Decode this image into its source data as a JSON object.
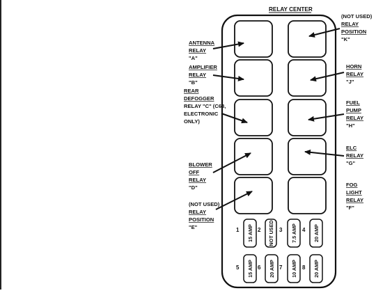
{
  "title": "RELAY CENTER",
  "labels": {
    "antenna": [
      "ANTENNA",
      "RELAY",
      "\"A\""
    ],
    "amplifier": [
      "AMPLIFIER",
      "RELAY",
      "\"B\""
    ],
    "rear_defogger": [
      "REAR",
      "DEFOGGER",
      "RELAY \"C\" (C68,",
      "ELECTRONIC",
      "ONLY)"
    ],
    "blower_off": [
      "BLOWER",
      "OFF",
      "RELAY",
      "\"D\""
    ],
    "not_used_e": [
      "(NOT USED)",
      "RELAY",
      "POSITION",
      "\"E\""
    ],
    "not_used_k": [
      "(NOT USED)",
      "RELAY",
      "POSITION",
      "\"K\""
    ],
    "horn": [
      "HORN",
      "RELAY",
      "\"J\""
    ],
    "fuel_pump": [
      "FUEL",
      "PUMP",
      "RELAY",
      "\"H\""
    ],
    "elc": [
      "ELC",
      "RELAY",
      "\"G\""
    ],
    "fog_light": [
      "FOG",
      "LIGHT",
      "RELAY",
      "\"F\""
    ]
  },
  "fuses": [
    {
      "num": "1",
      "rating": "15 AMP"
    },
    {
      "num": "2",
      "rating": "NOT USED"
    },
    {
      "num": "3",
      "rating": "7.5 AMP"
    },
    {
      "num": "4",
      "rating": "20 AMP"
    },
    {
      "num": "5",
      "rating": "15 AMP"
    },
    {
      "num": "6",
      "rating": "20 AMP"
    },
    {
      "num": "7",
      "rating": "10 AMP"
    },
    {
      "num": "8",
      "rating": "20 AMP"
    }
  ]
}
